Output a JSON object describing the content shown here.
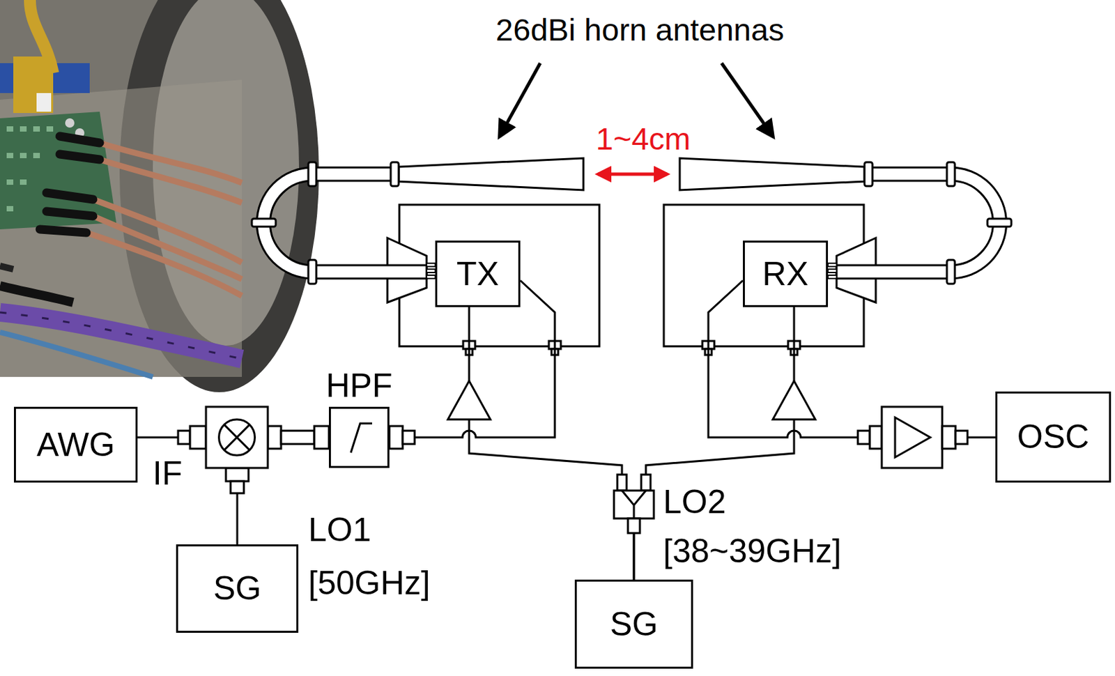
{
  "diagram": {
    "nodes": [
      {
        "text": [
          "TX"
        ]
      },
      {
        "text": [
          "RX"
        ]
      },
      {
        "text": [
          "AWG"
        ]
      },
      {
        "text": [
          "HPF"
        ]
      },
      {
        "text": [
          "OSC"
        ]
      },
      {
        "text": [
          "SG"
        ]
      },
      {
        "text": [
          "SG"
        ]
      }
    ],
    "edges": [
      {
        "from": 2,
        "to": 3,
        "arrow": "none"
      },
      {
        "from": 5,
        "to": 3,
        "arrow": "none"
      },
      {
        "from": 3,
        "to": 0,
        "arrow": "none"
      },
      {
        "from": 6,
        "to": 0,
        "arrow": "none"
      },
      {
        "from": 6,
        "to": 1,
        "arrow": "none"
      },
      {
        "from": 1,
        "to": 4,
        "arrow": "none"
      }
    ],
    "labels": [
      "26dBi horn antennas",
      "1~4cm",
      "IF",
      "LO1",
      "[50GHz]",
      "LO2",
      "[38~39GHz]"
    ]
  }
}
